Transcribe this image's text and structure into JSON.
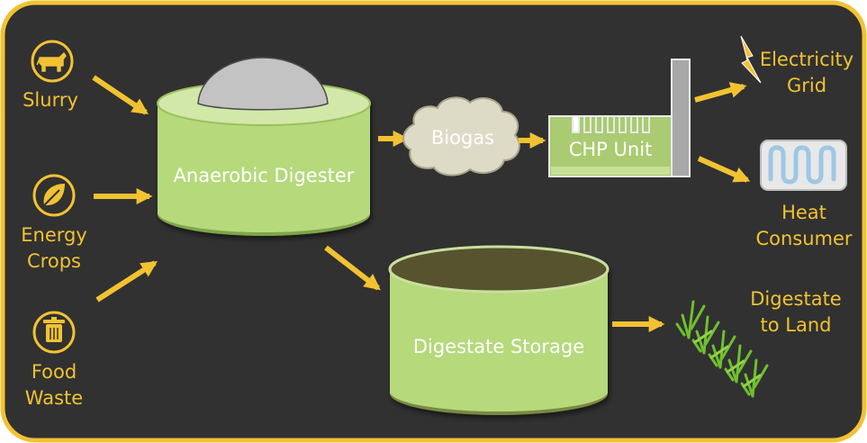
{
  "colors": {
    "frame_border": "#f2c232",
    "background": "#313131",
    "accent_yellow": "#f2c232",
    "tank_green": "#b6d97c",
    "tank_rim": "#7ea64a",
    "digestate_surface": "#57532f",
    "dome_grey": "#c3c3c3",
    "cloud_fill": "#dddac6",
    "chp_green": "#aacb71",
    "chimney_grey": "#a8a8a8",
    "heater_blue": "#9ec7e4",
    "crop_green": "#6fbf2e"
  },
  "inputs": {
    "slurry": {
      "icon": "cow-icon",
      "label": "Slurry"
    },
    "energy_crops": {
      "icon": "leaf-icon",
      "lines": [
        "Energy",
        "Crops"
      ]
    },
    "food_waste": {
      "icon": "trash-can-icon",
      "lines": [
        "Food",
        "Waste"
      ]
    }
  },
  "digester": {
    "label": "Anaerobic Digester"
  },
  "biogas": {
    "label": "Biogas"
  },
  "chp": {
    "label": "CHP Unit"
  },
  "outputs": {
    "electricity": {
      "icon": "lightning-bolt-icon",
      "lines": [
        "Electricity",
        "Grid"
      ]
    },
    "heat": {
      "icon": "radiator-icon",
      "lines": [
        "Heat",
        "Consumer"
      ]
    },
    "land": {
      "icon": "crops-icon",
      "lines": [
        "Digestate",
        "to Land"
      ]
    }
  },
  "storage": {
    "label": "Digestate Storage"
  }
}
